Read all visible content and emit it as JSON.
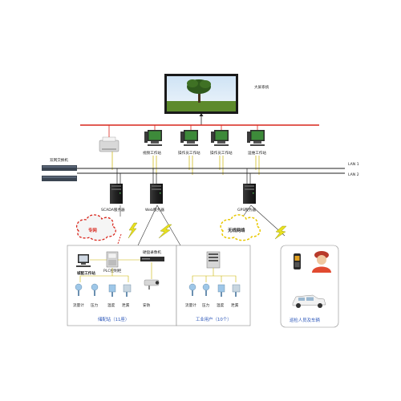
{
  "big_screen": {
    "label": "大屏系统"
  },
  "switch": {
    "label": "双网交换机"
  },
  "lan": {
    "lan1": "LAN 1",
    "lan2": "LAN 2"
  },
  "workstations": [
    {
      "label": "视频工作站"
    },
    {
      "label": "操作员工作站"
    },
    {
      "label": "操作员工作站"
    },
    {
      "label": "运维工作站"
    }
  ],
  "servers": {
    "scada": "SCADA服务器",
    "web": "Web服务器",
    "gps": "GPS服务器"
  },
  "clouds": {
    "left": "专网",
    "right": "无线网络"
  },
  "station_box": {
    "workstation": "城配工作站",
    "plc": "PLC控制柜",
    "recorder": "硬盘录像机",
    "instruments": [
      "流量计",
      "压力",
      "温度",
      "泄漏",
      "安防"
    ],
    "footer": "储配站（11座）"
  },
  "industrial_box": {
    "instruments": [
      "流量计",
      "压力",
      "温度",
      "泄漏"
    ],
    "footer": "工业用户（10个）"
  },
  "patrol_box": {
    "footer": "巡检人员及车辆"
  },
  "colors": {
    "red_bus": "#d9261c",
    "lan_line": "#222222",
    "box_border": "#8a8a8a",
    "footer_text": "#2a55b8",
    "cloud_left_text": "#d9261c",
    "cloud_right_text": "#222222",
    "lightning": "#e8e020"
  }
}
